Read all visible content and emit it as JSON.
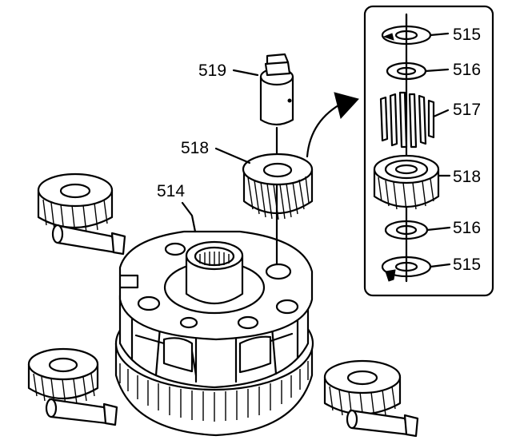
{
  "callouts": {
    "planet_carrier": "514",
    "thrust_washer_outer": "515",
    "thrust_washer_inner": "516",
    "needle_bearing": "517",
    "pinion_gear": "518",
    "pinion_pin": "519"
  },
  "colors": {
    "ink": "#000000",
    "paper": "#ffffff"
  }
}
